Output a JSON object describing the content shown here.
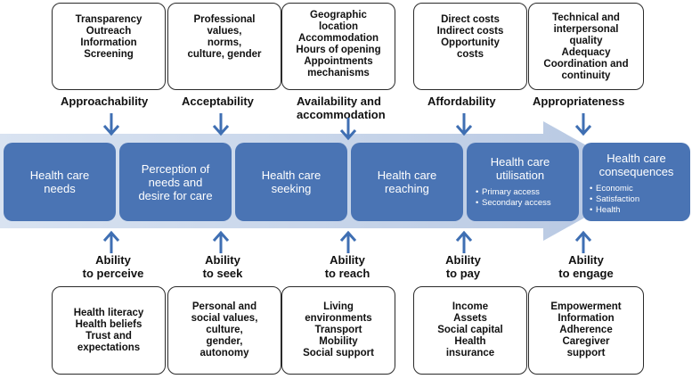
{
  "top_boxes": [
    {
      "lines": [
        "Transparency",
        "Outreach",
        "Information",
        "Screening"
      ]
    },
    {
      "lines": [
        "Professional",
        "values,",
        "norms,",
        "culture, gender"
      ]
    },
    {
      "lines": [
        "Geographic",
        "location",
        "Accommodation",
        "Hours of opening",
        "Appointments",
        "mechanisms"
      ]
    },
    {
      "lines": [
        "Direct costs",
        "Indirect costs",
        "Opportunity",
        "costs"
      ]
    },
    {
      "lines": [
        "Technical and",
        "interpersonal",
        "quality",
        "Adequacy",
        "Coordination and",
        "continuity"
      ]
    }
  ],
  "dimensions": [
    {
      "lines": [
        "Approachability"
      ]
    },
    {
      "lines": [
        "Acceptability"
      ]
    },
    {
      "lines": [
        "Availability and",
        "accommodation"
      ]
    },
    {
      "lines": [
        "Affordability"
      ]
    },
    {
      "lines": [
        "Appropriateness"
      ]
    }
  ],
  "stages": [
    {
      "title_lines": [
        "Health care",
        "needs"
      ]
    },
    {
      "title_lines": [
        "Perception of",
        "needs and",
        "desire for care"
      ]
    },
    {
      "title_lines": [
        "Health care",
        "seeking"
      ]
    },
    {
      "title_lines": [
        "Health care",
        "reaching"
      ]
    },
    {
      "title_lines": [
        "Health care",
        "utilisation"
      ],
      "items": [
        "Primary access",
        "Secondary access"
      ]
    },
    {
      "title_lines": [
        "Health care",
        "consequences"
      ],
      "items": [
        "Economic",
        "Satisfaction",
        "Health"
      ]
    }
  ],
  "abilities": [
    {
      "lines": [
        "Ability",
        "to perceive"
      ]
    },
    {
      "lines": [
        "Ability",
        "to seek"
      ]
    },
    {
      "lines": [
        "Ability",
        "to reach"
      ]
    },
    {
      "lines": [
        "Ability",
        "to pay"
      ]
    },
    {
      "lines": [
        "Ability",
        "to engage"
      ]
    }
  ],
  "bottom_boxes": [
    {
      "lines": [
        "Health literacy",
        "Health beliefs",
        "Trust and",
        "expectations"
      ]
    },
    {
      "lines": [
        "Personal and",
        "social values,",
        "culture,",
        "gender,",
        "autonomy"
      ]
    },
    {
      "lines": [
        "Living",
        "environments",
        "Transport",
        "Mobility",
        "Social support"
      ]
    },
    {
      "lines": [
        "Income",
        "Assets",
        "Social capital",
        "Health",
        "insurance"
      ]
    },
    {
      "lines": [
        "Empowerment",
        "Information",
        "Adherence",
        "Caregiver",
        "support"
      ]
    }
  ],
  "colors": {
    "stage_fill": "#4a74b4",
    "band_fill": "#c9d6ea",
    "arrow": "#3f6fb3",
    "box_border": "#2a2a2a"
  }
}
